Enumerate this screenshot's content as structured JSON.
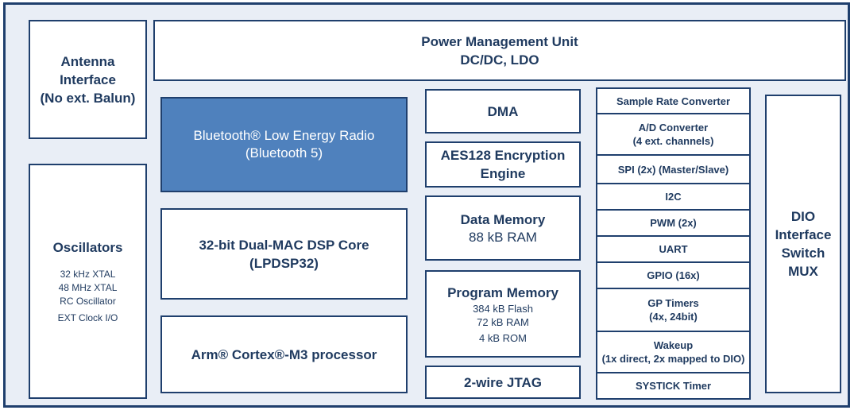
{
  "blocks": {
    "antenna": {
      "lines": [
        "Antenna",
        "Interface",
        "(No ext. Balun)"
      ]
    },
    "pmu": {
      "lines": [
        "Power Management Unit",
        "DC/DC, LDO"
      ]
    },
    "oscillators": {
      "title": "Oscillators",
      "items": [
        "32 kHz XTAL",
        "48 MHz XTAL",
        "RC Oscillator",
        "EXT Clock I/O"
      ]
    },
    "ble_radio": {
      "lines": [
        "Bluetooth® Low Energy Radio",
        "(Bluetooth 5)"
      ]
    },
    "dsp_core": {
      "lines": [
        "32-bit Dual-MAC DSP Core",
        "(LPDSP32)"
      ]
    },
    "arm": {
      "lines": [
        "Arm® Cortex®-M3 processor"
      ]
    },
    "dma": {
      "lines": [
        "DMA"
      ]
    },
    "aes": {
      "lines": [
        "AES128 Encryption",
        "Engine"
      ]
    },
    "data_memory": {
      "title": "Data Memory",
      "detail": "88 kB RAM"
    },
    "program_memory": {
      "title": "Program Memory",
      "items": [
        "384 kB Flash",
        "72 kB RAM",
        "4 kB ROM"
      ]
    },
    "jtag": {
      "lines": [
        "2-wire JTAG"
      ]
    },
    "dio_mux": {
      "lines": [
        "DIO",
        "Interface",
        "Switch",
        "MUX"
      ]
    }
  },
  "peripherals": [
    {
      "lines": [
        "Sample Rate Converter"
      ]
    },
    {
      "lines": [
        "A/D Converter",
        "(4 ext. channels)"
      ]
    },
    {
      "lines": [
        "SPI (2x) (Master/Slave)"
      ]
    },
    {
      "lines": [
        "I2C"
      ]
    },
    {
      "lines": [
        "PWM (2x)"
      ]
    },
    {
      "lines": [
        "UART"
      ]
    },
    {
      "lines": [
        "GPIO (16x)"
      ]
    },
    {
      "lines": [
        "GP Timers",
        "(4x, 24bit)"
      ]
    },
    {
      "lines": [
        "Wakeup",
        "(1x direct, 2x mapped to DIO)"
      ]
    },
    {
      "lines": [
        "SYSTICK Timer"
      ]
    }
  ],
  "colors": {
    "frame_background": "#e9eef6",
    "border": "#1f3f6d",
    "text": "#1f3a5f",
    "radio_fill": "#4f81bd"
  }
}
